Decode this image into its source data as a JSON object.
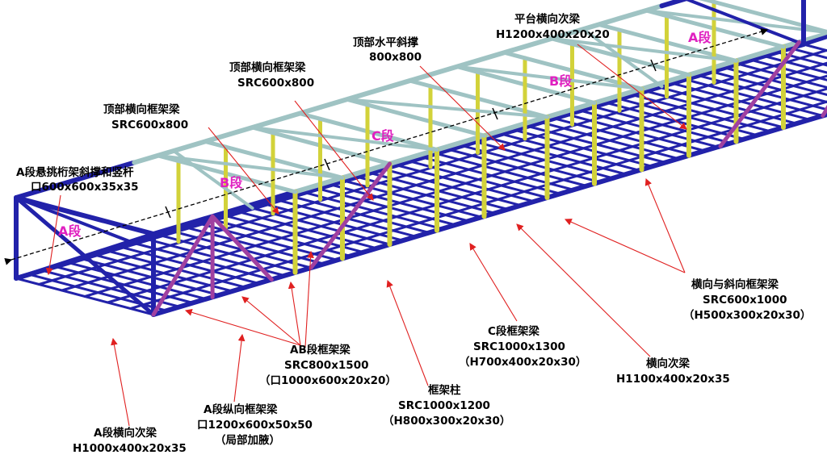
{
  "segments": {
    "a_left": "A段",
    "b_left": "B段",
    "c_mid": "C段",
    "b_right": "B段",
    "a_right": "A段"
  },
  "labels": {
    "cantilever": {
      "line1": "A段悬挑桁架斜撑和竖杆",
      "line2": "口600x600x35x35"
    },
    "top_frame_1": {
      "line1": "顶部横向框架梁",
      "line2": "SRC600x800"
    },
    "top_frame_2": {
      "line1": "顶部横向框架梁",
      "line2": "SRC600x800"
    },
    "top_brace": {
      "line1": "顶部水平斜撑",
      "line2": "800x800"
    },
    "platform": {
      "line1": "平台横向次梁",
      "line2": "H1200x400x20x20"
    },
    "ab_frame": {
      "line1": "AB段框架梁",
      "line2": "SRC800x1500",
      "line3": "（口1000x600x20x20）"
    },
    "a_long": {
      "line1": "A段纵向框架梁",
      "line2": "口1200x600x50x50",
      "line3": "（局部加腋）"
    },
    "a_trans": {
      "line1": "A段横向次梁",
      "line2": "H1000x400x20x35"
    },
    "column": {
      "line1": "框架柱",
      "line2": "SRC1000x1200",
      "line3": "（H800x300x20x30）"
    },
    "c_frame": {
      "line1": "C段框架梁",
      "line2": "SRC1000x1300",
      "line3": "（H700x400x20x30）"
    },
    "trans_sec": {
      "line1": "横向次梁",
      "line2": "H1100x400x20x35"
    },
    "diag_frame": {
      "line1": "横向与斜向框架梁",
      "line2": "SRC600x1000",
      "line3": "（H500x300x20x30）"
    }
  },
  "colors": {
    "steel_blue": "#2222aa",
    "concrete_gray": "#9fc3c3",
    "column_yellow": "#d2d23a",
    "brace_purple": "#a040a0",
    "leader_red": "#e02020",
    "segment_magenta": "#e020c0"
  }
}
